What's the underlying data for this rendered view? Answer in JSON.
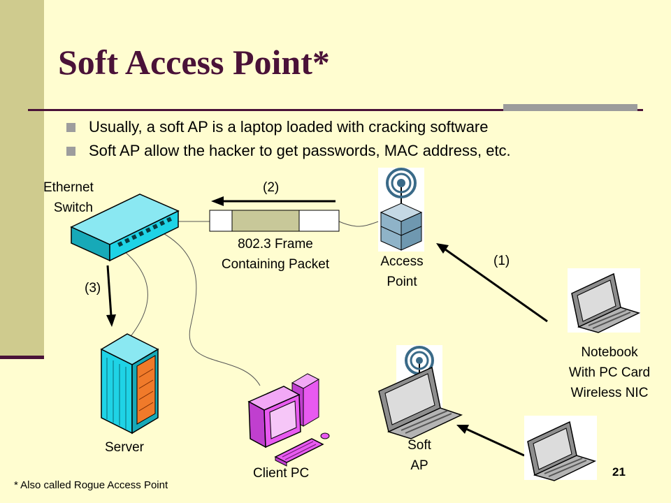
{
  "slide": {
    "title": "Soft Access Point*",
    "bullets": [
      "Usually, a soft AP is a laptop loaded with cracking software",
      "Soft AP allow the hacker to get passwords, MAC address, etc."
    ],
    "footnote": "* Also called Rogue Access Point",
    "page_number": "21"
  },
  "diagram": {
    "ethernet_switch": [
      "Ethernet",
      "Switch"
    ],
    "frame": [
      "802.3 Frame",
      "Containing Packet"
    ],
    "access_point": [
      "Access",
      "Point"
    ],
    "notebook": [
      "Notebook",
      "With PC Card",
      "Wireless NIC"
    ],
    "soft_ap": [
      "Soft",
      "AP"
    ],
    "server": "Server",
    "client_pc": "Client PC",
    "step1": "(1)",
    "step2": "(2)",
    "step3": "(3)"
  },
  "colors": {
    "title": "#4a1238",
    "left_band": "#cfcb8e",
    "switch": "#1fd3e6",
    "server": "#1fd3e6",
    "client_pc": "#e85af0",
    "access_point": "#8fb3c8",
    "laptop": "#9c9c9c"
  }
}
